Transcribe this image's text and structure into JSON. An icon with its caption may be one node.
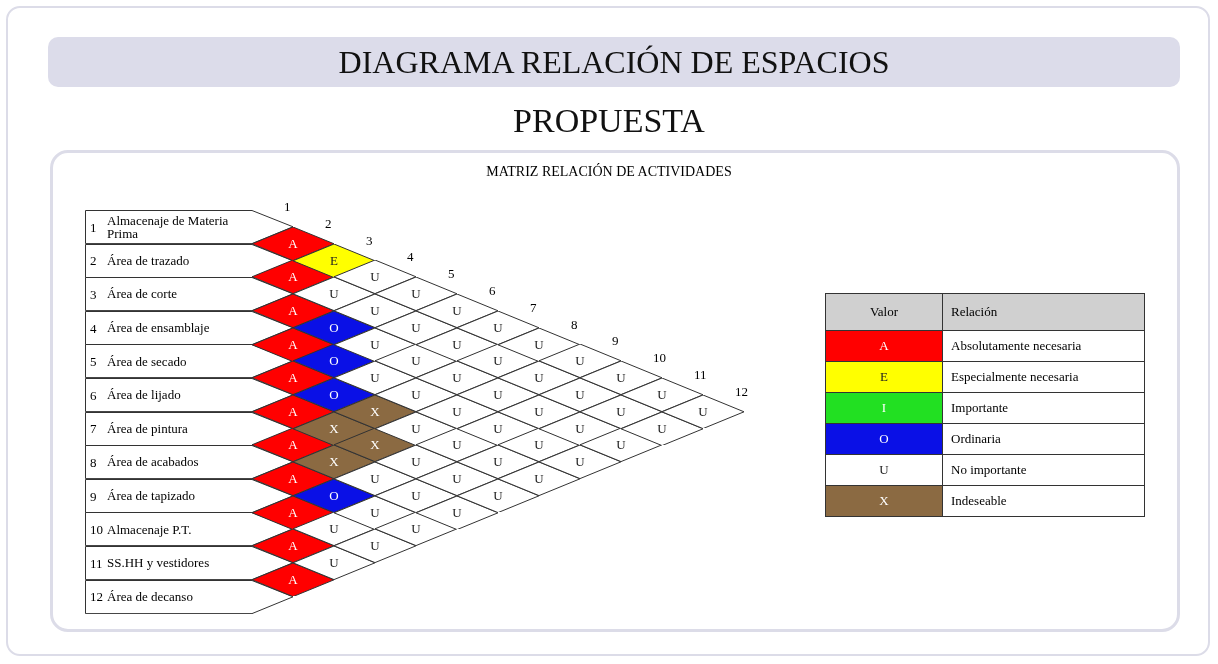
{
  "diagram": {
    "title": "DIAGRAMA RELACIÓN DE ESPACIOS",
    "nodes": [
      {
        "text": [
          "1",
          "Almacenaje de Materia Prima"
        ]
      },
      {
        "text": [
          "2",
          "Área de trazado"
        ]
      },
      {
        "text": [
          "3",
          "Área de corte"
        ]
      },
      {
        "text": [
          "4",
          "Área de ensamblaje"
        ]
      },
      {
        "text": [
          "5",
          "Área de secado"
        ]
      },
      {
        "text": [
          "6",
          "Área de lijado"
        ]
      },
      {
        "text": [
          "7",
          "Área de pintura"
        ]
      },
      {
        "text": [
          "8",
          "Área de acabados"
        ]
      },
      {
        "text": [
          "9",
          "Área de tapizado"
        ]
      },
      {
        "text": [
          "10",
          "Almacenaje P.T."
        ]
      },
      {
        "text": [
          "11",
          "SS.HH y vestidores"
        ]
      },
      {
        "text": [
          "12",
          "Área de decanso"
        ]
      },
      {
        "text": [
          "A"
        ]
      },
      {
        "text": [
          "A"
        ]
      },
      {
        "text": [
          "A"
        ]
      },
      {
        "text": [
          "A"
        ]
      },
      {
        "text": [
          "A"
        ]
      },
      {
        "text": [
          "A"
        ]
      },
      {
        "text": [
          "A"
        ]
      },
      {
        "text": [
          "A"
        ]
      },
      {
        "text": [
          "A"
        ]
      },
      {
        "text": [
          "A"
        ]
      },
      {
        "text": [
          "A"
        ]
      },
      {
        "text": [
          "E"
        ]
      },
      {
        "text": [
          "U"
        ]
      },
      {
        "text": [
          "O"
        ]
      },
      {
        "text": [
          "O"
        ]
      },
      {
        "text": [
          "O"
        ]
      },
      {
        "text": [
          "X"
        ]
      },
      {
        "text": [
          "X"
        ]
      },
      {
        "text": [
          "O"
        ]
      },
      {
        "text": [
          "U"
        ]
      },
      {
        "text": [
          "U"
        ]
      },
      {
        "text": [
          "U"
        ]
      },
      {
        "text": [
          "U"
        ]
      },
      {
        "text": [
          "U"
        ]
      },
      {
        "text": [
          "U"
        ]
      },
      {
        "text": [
          "X"
        ]
      },
      {
        "text": [
          "X"
        ]
      },
      {
        "text": [
          "U"
        ]
      },
      {
        "text": [
          "U"
        ]
      },
      {
        "text": [
          "U"
        ]
      },
      {
        "text": [
          "U"
        ]
      },
      {
        "text": [
          "U"
        ]
      },
      {
        "text": [
          "U"
        ]
      },
      {
        "text": [
          "U"
        ]
      },
      {
        "text": [
          "U"
        ]
      },
      {
        "text": [
          "U"
        ]
      },
      {
        "text": [
          "U"
        ]
      },
      {
        "text": [
          "U"
        ]
      },
      {
        "text": [
          "U"
        ]
      },
      {
        "text": [
          "U"
        ]
      },
      {
        "text": [
          "U"
        ]
      },
      {
        "text": [
          "U"
        ]
      },
      {
        "text": [
          "U"
        ]
      },
      {
        "text": [
          "U"
        ]
      },
      {
        "text": [
          "U"
        ]
      },
      {
        "text": [
          "U"
        ]
      },
      {
        "text": [
          "U"
        ]
      },
      {
        "text": [
          "U"
        ]
      },
      {
        "text": [
          "U"
        ]
      },
      {
        "text": [
          "U"
        ]
      },
      {
        "text": [
          "U"
        ]
      },
      {
        "text": [
          "U"
        ]
      },
      {
        "text": [
          "U"
        ]
      },
      {
        "text": [
          "U"
        ]
      },
      {
        "text": [
          "U"
        ]
      },
      {
        "text": [
          "U"
        ]
      },
      {
        "text": [
          "U"
        ]
      },
      {
        "text": [
          "U"
        ]
      },
      {
        "text": [
          "U"
        ]
      },
      {
        "text": [
          "U"
        ]
      },
      {
        "text": [
          "U"
        ]
      },
      {
        "text": [
          "U"
        ]
      },
      {
        "text": [
          "U"
        ]
      },
      {
        "text": [
          "U"
        ]
      },
      {
        "text": [
          "U"
        ]
      },
      {
        "text": [
          "U"
        ]
      }
    ],
    "labels": [
      "PROPUESTA",
      "MATRIZ RELACIÓN DE ACTIVIDADES",
      "1",
      "2",
      "3",
      "4",
      "5",
      "6",
      "7",
      "8",
      "9",
      "10",
      "11",
      "12",
      "Valor",
      "Relación",
      "A",
      "E",
      "I",
      "O",
      "U",
      "X"
    ],
    "legend": [
      {
        "text": "Absolutamente necesaria",
        "color": "#ff0000"
      },
      {
        "text": "Especialmente necesaria",
        "color": "#ffff00"
      },
      {
        "text": "Importante",
        "color": "#22e022"
      },
      {
        "text": "Ordinaria",
        "color": "#0a10e6"
      },
      {
        "text": "No importante",
        "color": "#ffffff"
      },
      {
        "text": "Indeseable",
        "color": "#8b6a42"
      }
    ]
  }
}
